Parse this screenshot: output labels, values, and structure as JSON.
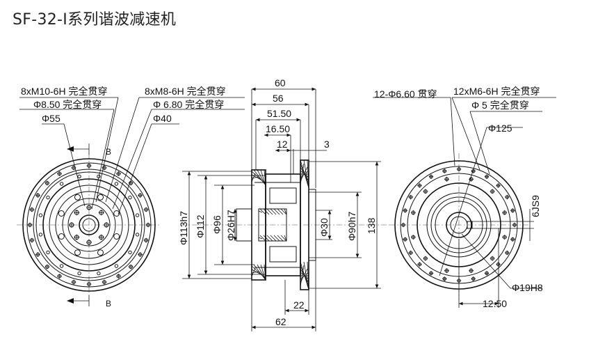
{
  "title": "SF-32-I系列谐波减速机",
  "front_view": {
    "notes": [
      "8xM10-6H 完全贯穿",
      "Φ8.50 完全贯穿",
      "Φ55",
      "8xM8-6H 完全贯穿",
      "Φ 6.80 完全贯穿",
      "Φ40"
    ],
    "section_mark": "B"
  },
  "side_view": {
    "top_dims": [
      "60",
      "56",
      "51.50",
      "16.50",
      "12",
      "3"
    ],
    "left_dims": [
      "Φ113h7",
      "Φ112",
      "Φ96",
      "Φ26H7"
    ],
    "inner_dims": [
      "Φ30",
      "Φ90h7",
      "138"
    ],
    "bottom_dims": [
      "22",
      "62"
    ]
  },
  "rear_view": {
    "notes": [
      "12-Φ6.60 贯穿",
      "12xM6-6H 完全贯穿",
      "Φ 5 完全贯穿",
      "Φ125"
    ],
    "keyway": "6JS9",
    "bottom_notes": [
      "Φ19H8",
      "12.50"
    ]
  }
}
